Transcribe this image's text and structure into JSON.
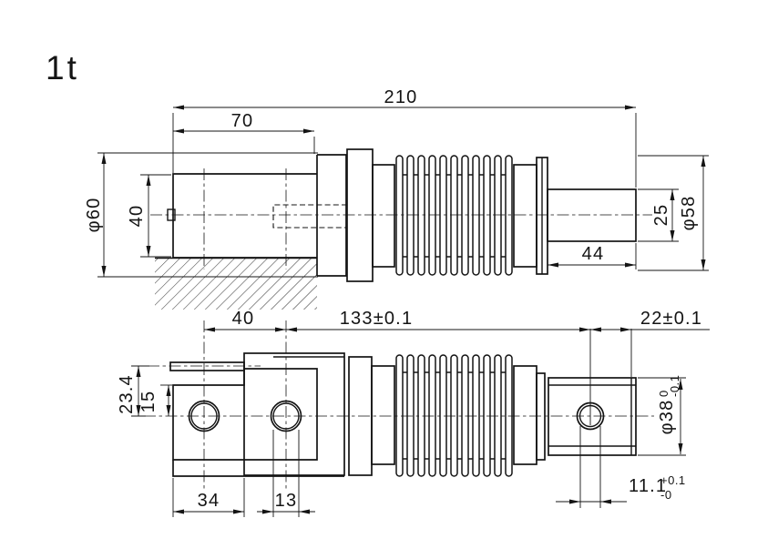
{
  "drawing": {
    "title_label": "1t",
    "line_color": "#141414",
    "background": "#ffffff",
    "top": {
      "overall_length": "210",
      "mount_length": "70",
      "body_dia": "φ60",
      "mount_height": "40",
      "shaft_dia": "25",
      "flange_dia": "φ58",
      "shaft_length": "44"
    },
    "front": {
      "hole_pitch": "40",
      "span": "133±0.1",
      "end_offset": "22±0.1",
      "tab_height": "23.4",
      "step_height": "15",
      "edge_offset": "34",
      "hole_dia": "13",
      "end_dia": "φ38",
      "end_dia_tol_up": "0",
      "end_dia_tol_low": "-0.1",
      "slot": "11.1",
      "slot_tol_up": "+0.1",
      "slot_tol_low": "-0"
    }
  }
}
